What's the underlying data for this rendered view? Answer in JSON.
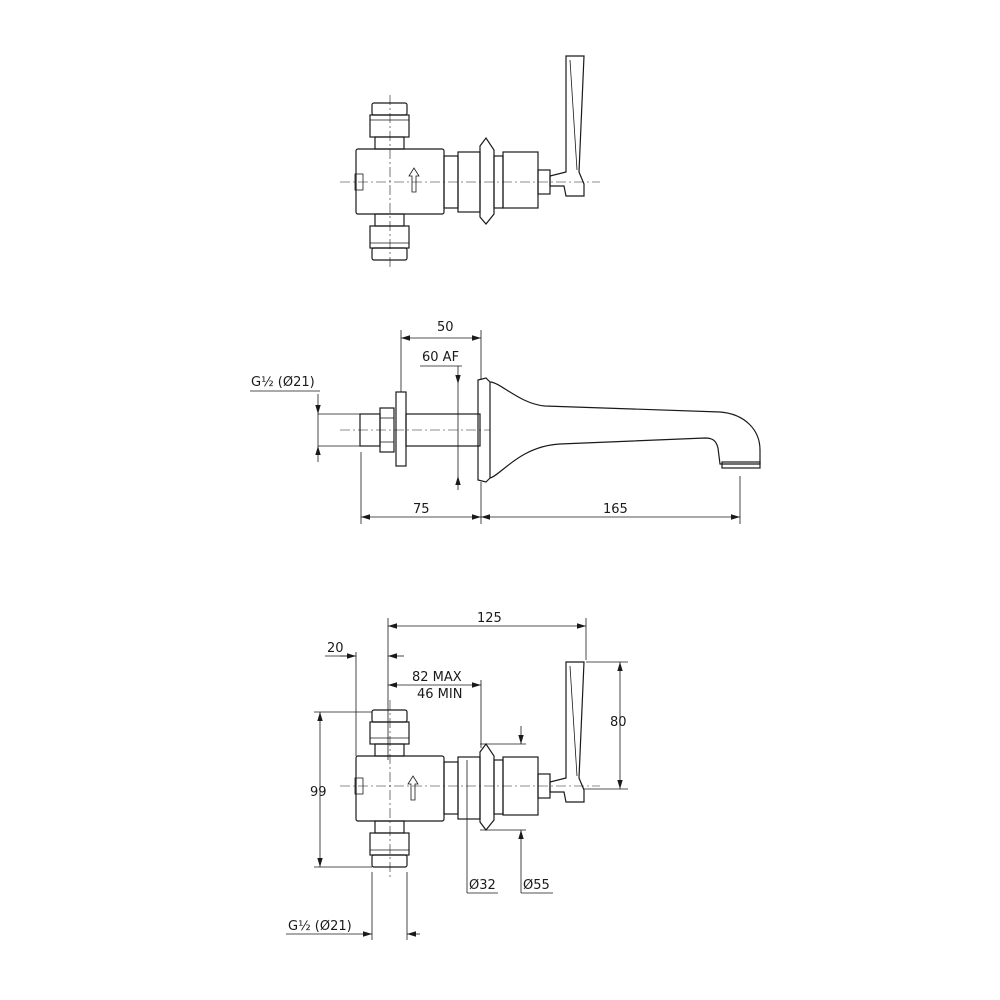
{
  "top_view": {},
  "side_view": {
    "dim_flange_offset": "50",
    "dim_hex": "60 AF",
    "dim_thread": "G½ (Ø21)",
    "dim_body_length": "75",
    "dim_spout_projection": "165"
  },
  "front_view": {
    "dim_total_length": "125",
    "dim_inlet_offset": "20",
    "dim_max": "82 MAX",
    "dim_min": "46 MIN",
    "dim_height": "99",
    "dim_lever_height": "80",
    "dim_sleeve_dia": "Ø32",
    "dim_rosette_dia": "Ø55",
    "dim_thread": "G½ (Ø21)"
  }
}
